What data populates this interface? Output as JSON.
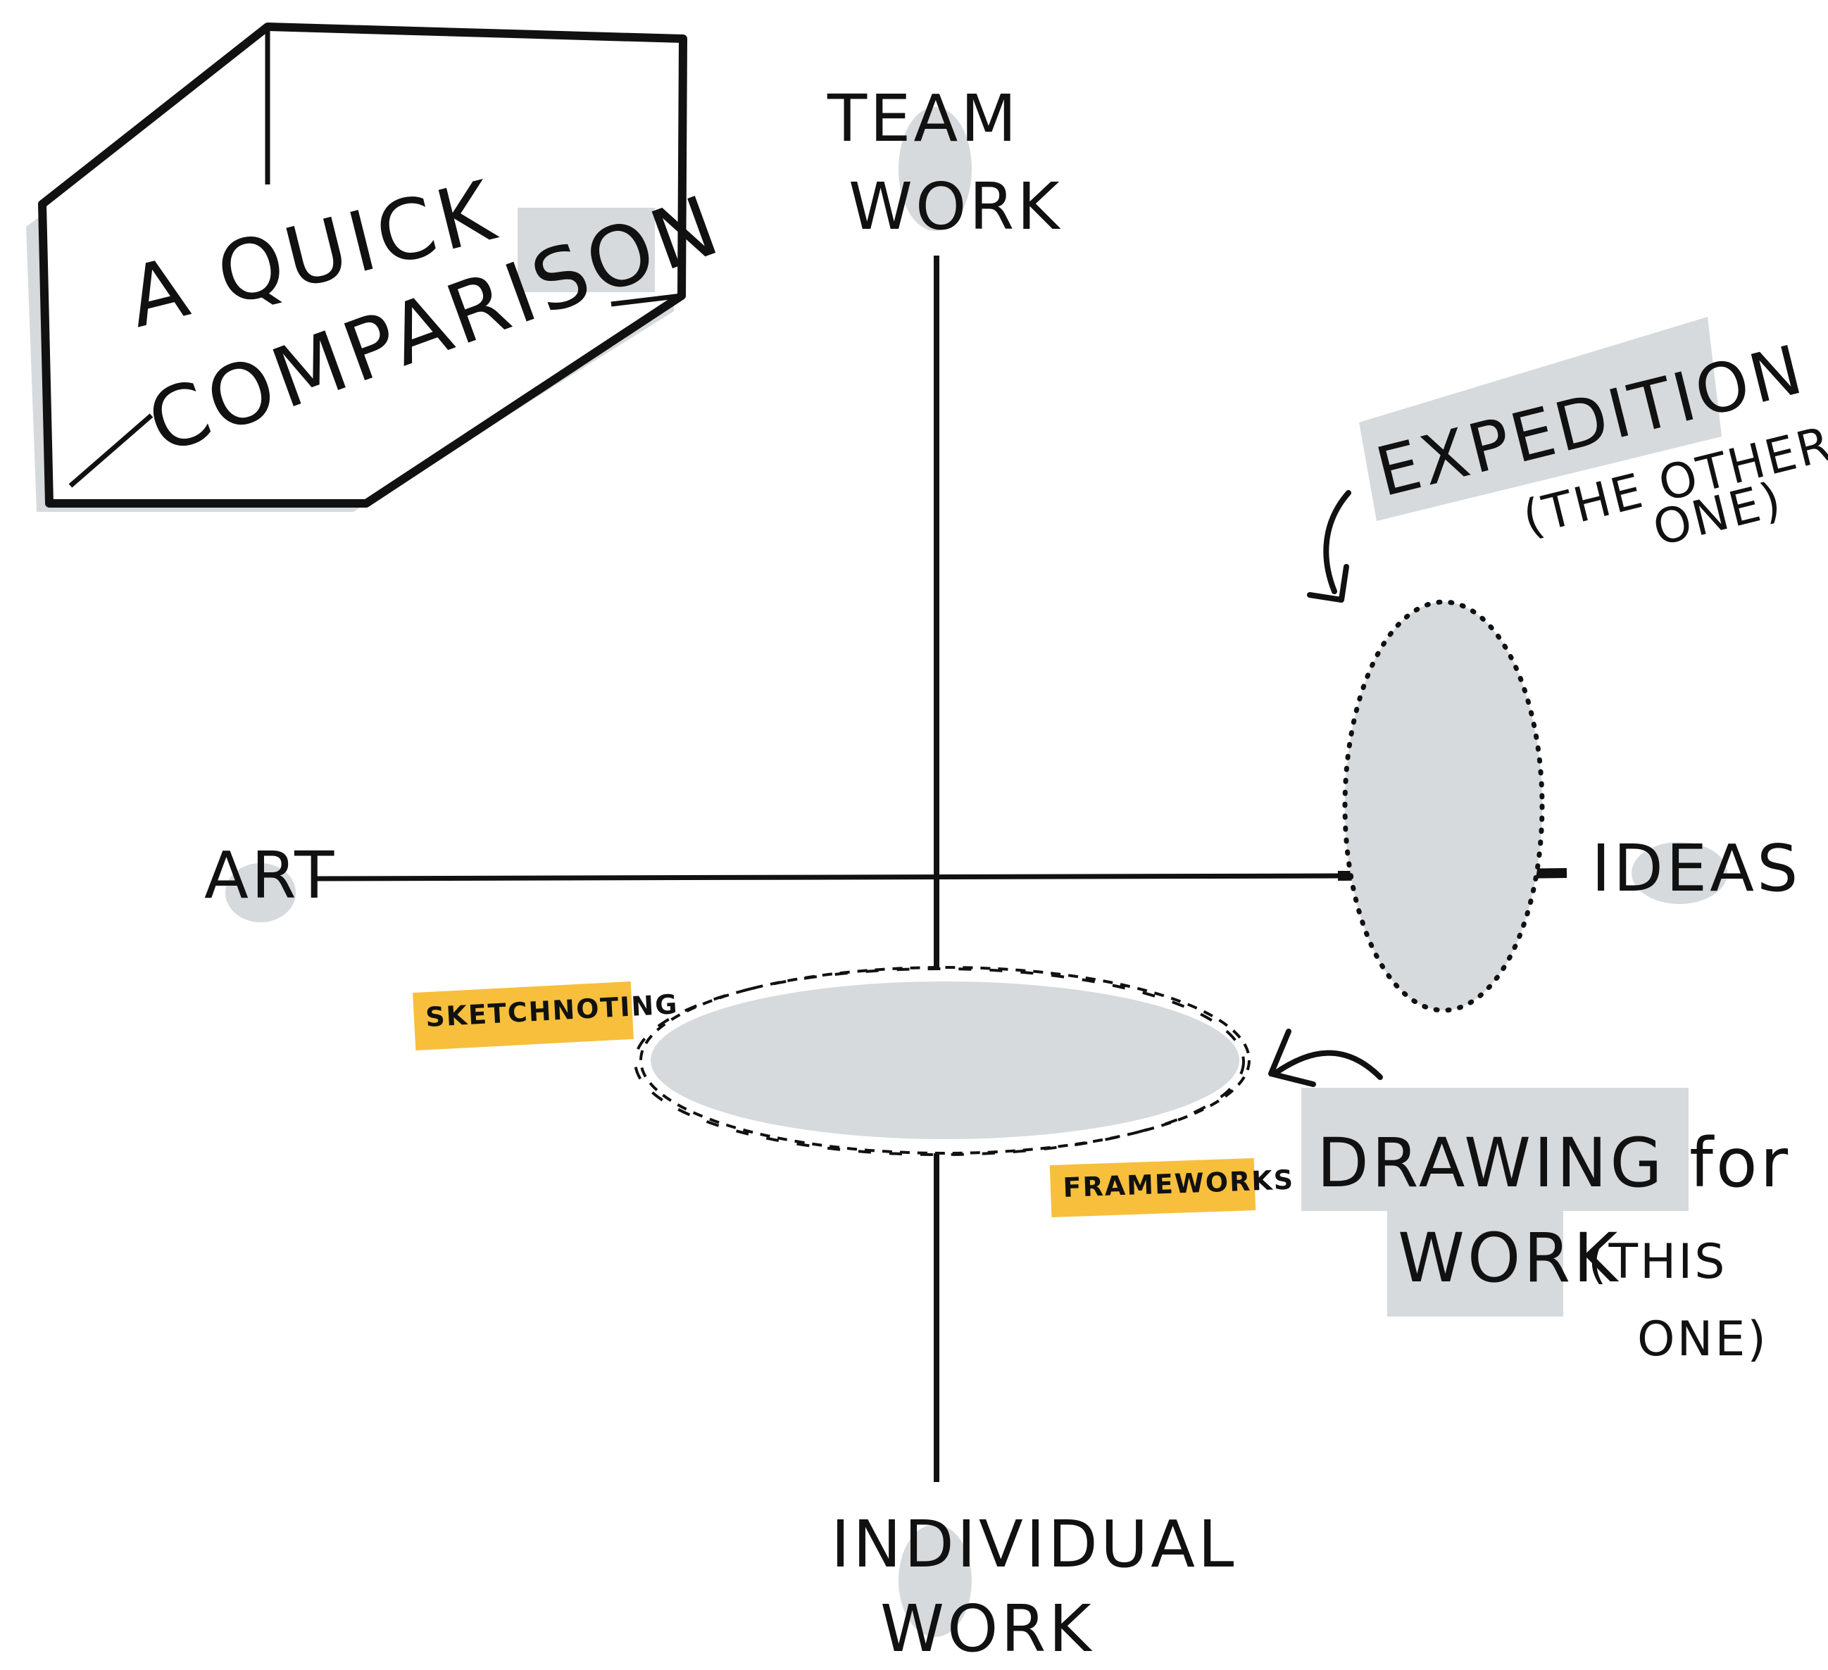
{
  "title": {
    "line1": "A QUICK",
    "line2": "COMPARISON"
  },
  "axes": {
    "top": {
      "line1": "TEAM",
      "line2": "WORK"
    },
    "bottom": {
      "line1": "INDIVIDUAL",
      "line2": "WORK"
    },
    "left": "ART",
    "right": "IDEAS"
  },
  "regions": {
    "expedition": {
      "label": "EXPEDITION",
      "note_line1": "(THE OTHER",
      "note_line2": "ONE)"
    },
    "drawing_for_work": {
      "line1": "DRAWING for",
      "line2": "WORK",
      "note_line1": "(THIS",
      "note_line2": "ONE)"
    }
  },
  "tags": {
    "left": "SKETCHNOTING",
    "right": "FRAMEWORKS"
  },
  "colors": {
    "ink": "#111111",
    "highlight": "#d6dadd",
    "tag": "#f7bf3c",
    "background": "#ffffff"
  }
}
